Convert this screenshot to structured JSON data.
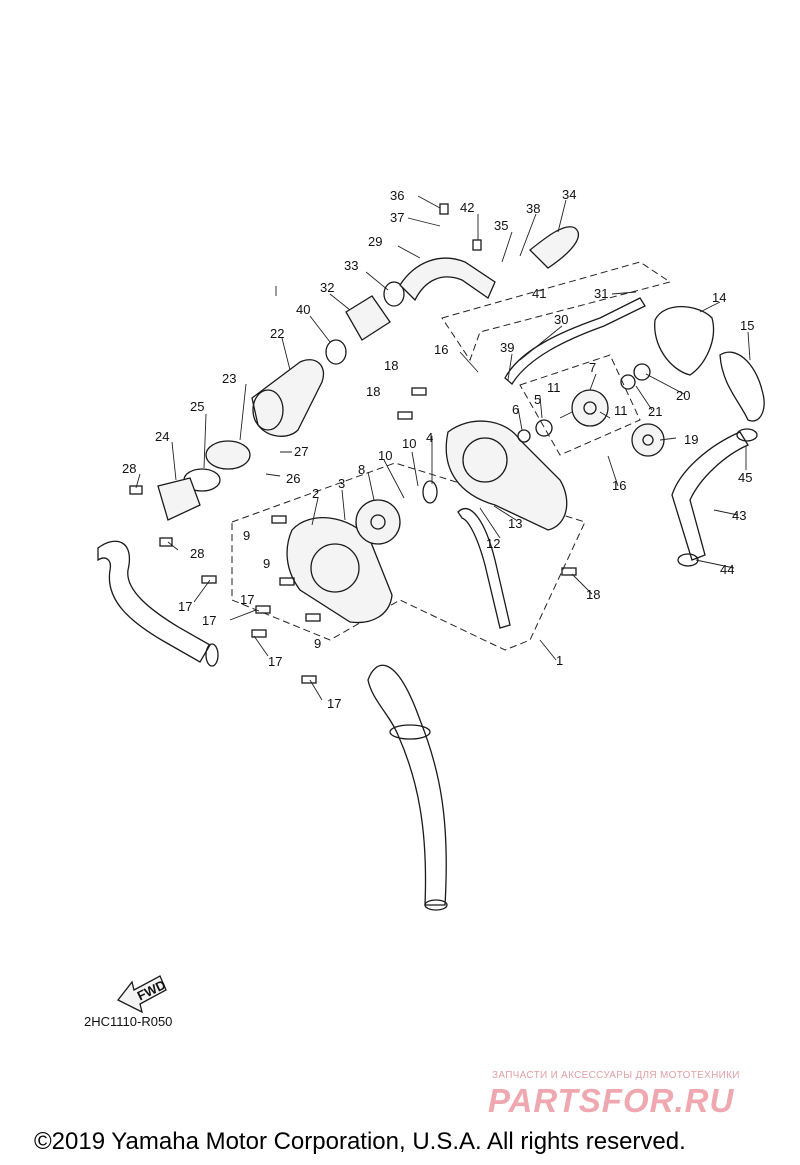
{
  "diagram": {
    "code": "2HC1110-R050",
    "fwd_label": "FWD",
    "callouts": [
      "1",
      "2",
      "3",
      "4",
      "5",
      "6",
      "7",
      "8",
      "9",
      "9",
      "9",
      "10",
      "10",
      "11",
      "11",
      "12",
      "13",
      "14",
      "15",
      "16",
      "16",
      "17",
      "17",
      "17",
      "17",
      "17",
      "18",
      "18",
      "18",
      "19",
      "20",
      "21",
      "22",
      "23",
      "24",
      "25",
      "26",
      "27",
      "28",
      "28",
      "29",
      "30",
      "31",
      "32",
      "33",
      "34",
      "35",
      "36",
      "37",
      "38",
      "39",
      "40",
      "41",
      "42",
      "43",
      "44",
      "45"
    ]
  },
  "watermark": {
    "tagline": "ЗАПЧАСТИ И АКСЕССУАРЫ ДЛЯ МОТОТЕХНИКИ",
    "logo": "PARTSFOR.RU"
  },
  "footer": {
    "copyright": "©2019 Yamaha Motor Corporation, U.S.A. All rights reserved."
  }
}
